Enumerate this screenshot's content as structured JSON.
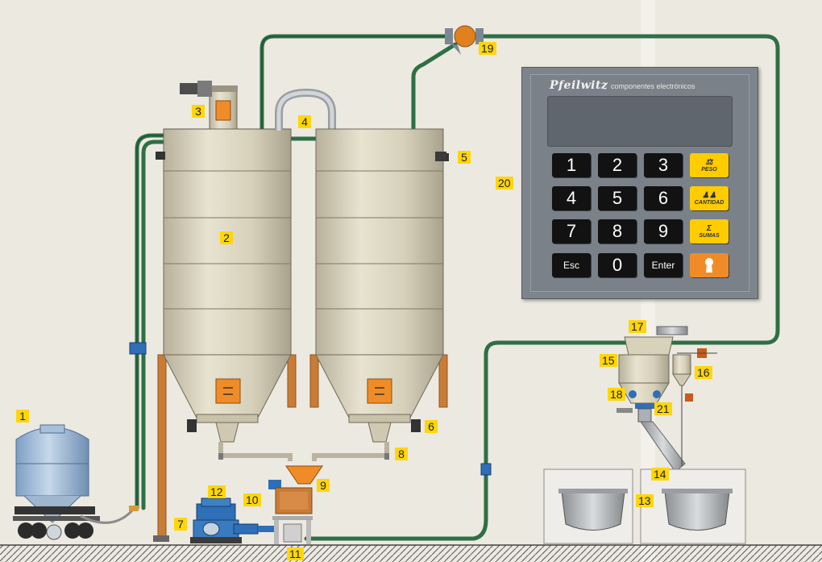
{
  "labels": {
    "l1": "1",
    "l2": "2",
    "l3": "3",
    "l4": "4",
    "l5": "5",
    "l6": "6",
    "l7": "7",
    "l8": "8",
    "l9": "9",
    "l10": "10",
    "l11": "11",
    "l12": "12",
    "l13": "13",
    "l14": "14",
    "l15": "15",
    "l16": "16",
    "l17": "17",
    "l18": "18",
    "l19": "19",
    "l20": "20",
    "l21": "21"
  },
  "panel": {
    "brand": "Pfeilwitz",
    "subtitle": "componentes electrónicos",
    "keys": {
      "k1": "1",
      "k2": "2",
      "k3": "3",
      "k4": "4",
      "k5": "5",
      "k6": "6",
      "k7": "7",
      "k8": "8",
      "k9": "9",
      "esc": "Esc",
      "k0": "0",
      "enter": "Enter"
    },
    "fn_keys": {
      "peso": "PESO",
      "cantidad": "CANTIDAD",
      "sumas": "SUMAS"
    },
    "icons": {
      "peso": "scale-icon",
      "cantidad": "quantity-icon",
      "sumas": "sum-icon",
      "key": "keyhole-icon"
    }
  },
  "colors": {
    "pipe": "#2f6f45",
    "silo": "#dcd6c1",
    "legs": "#c87c35",
    "label": "#ffd60a",
    "blower": "#2e6fb7"
  }
}
